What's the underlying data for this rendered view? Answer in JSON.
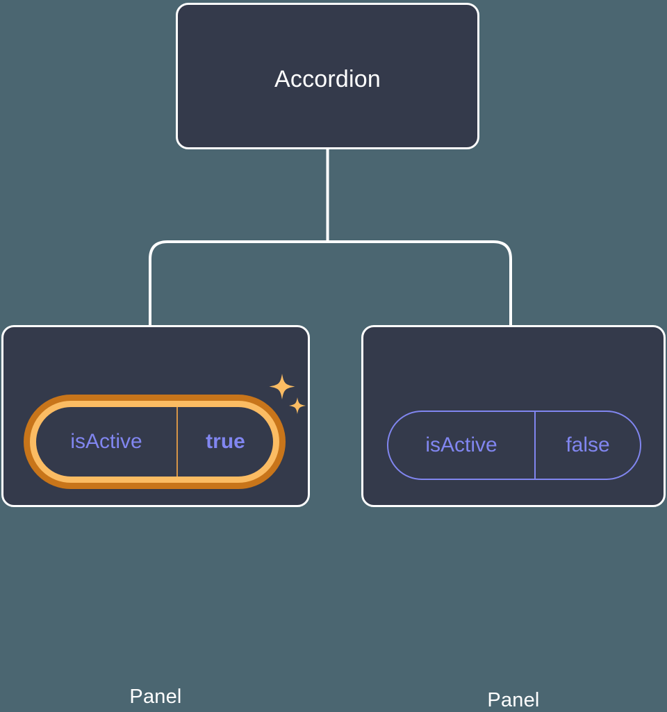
{
  "colors": {
    "canvas_background": "#4b6671",
    "node_fill": "#343a4b",
    "node_border": "#ffffff",
    "connector": "#ffffff",
    "prop_text": "#8186f0",
    "prop_border": "#8186f0",
    "highlight_outer_ring": "#c8751a",
    "highlight_inner_ring": "#fbbc63",
    "sparkle": "#fbbc63"
  },
  "tree": {
    "root": {
      "title": "Accordion"
    },
    "children": [
      {
        "title": "Panel",
        "highlighted": true,
        "props": [
          {
            "key": "isActive",
            "value": "true"
          }
        ]
      },
      {
        "title": "Panel",
        "highlighted": false,
        "props": [
          {
            "key": "isActive",
            "value": "false"
          }
        ]
      }
    ]
  },
  "icons": {
    "sparkle_large": "sparkle-icon",
    "sparkle_small": "sparkle-icon"
  }
}
